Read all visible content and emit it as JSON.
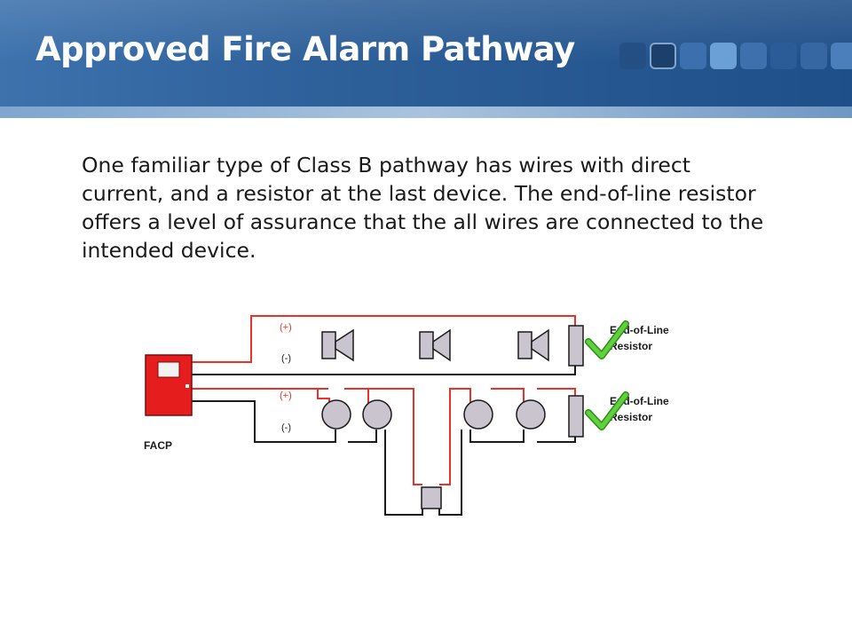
{
  "slide": {
    "title": "Approved Fire Alarm Pathway",
    "body": "One familiar type of Class B pathway has wires with direct current, and a resistor at the last device. The end-of-line resistor offers a level of assurance that the all wires are connected to the intended device."
  },
  "diagram": {
    "panel_label": "FACP",
    "upper_circuit": {
      "plus_label": "(+)",
      "minus_label": "(-)",
      "resistor_label_line1": "End-of-Line",
      "resistor_label_line2": "Resistor"
    },
    "lower_circuit": {
      "plus_label": "(+)",
      "minus_label": "(-)",
      "resistor_label_line1": "End-of-Line",
      "resistor_label_line2": "Resistor"
    }
  },
  "colors": {
    "header_blue": "#2d5f99",
    "wire_positive": "#e8322a",
    "wire_negative": "#1a1a1a",
    "panel_red": "#e51d1d",
    "device_gray": "#c9c4cd",
    "check_green": "#5fd23a"
  }
}
